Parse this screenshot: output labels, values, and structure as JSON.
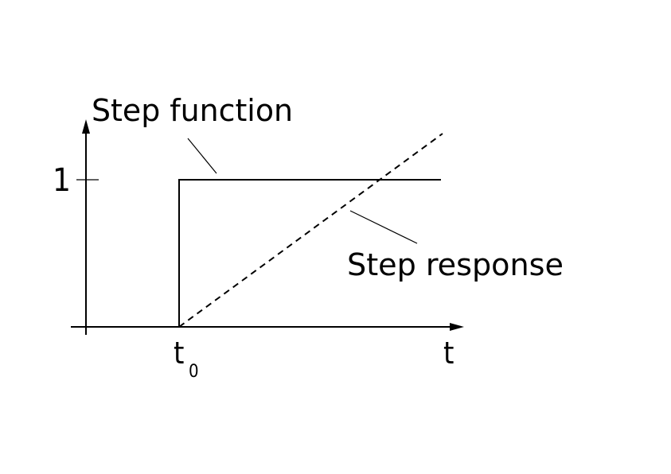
{
  "labels": {
    "step_function": "Step function",
    "step_response": "Step response",
    "y_tick_one": "1",
    "x_axis": "t",
    "t0_base": "t",
    "t0_sub": "0"
  },
  "colors": {
    "ink": "#000000",
    "background": "#ffffff"
  }
}
